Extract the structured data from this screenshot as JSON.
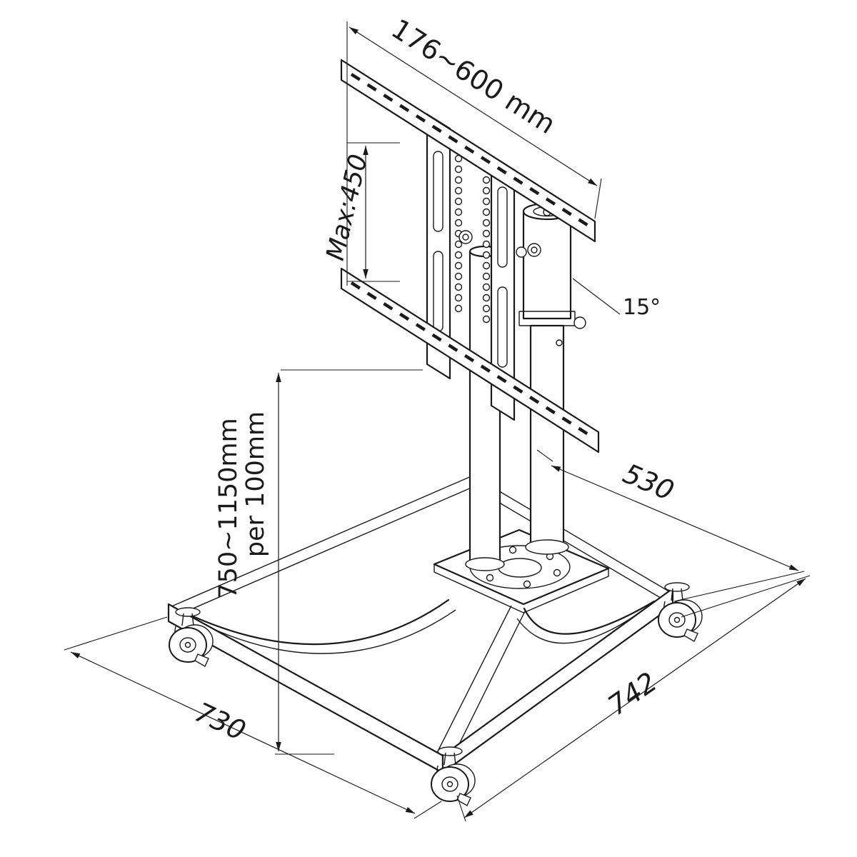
{
  "diagram": {
    "type": "technical-dimension-drawing",
    "subject": "mobile-tv-floor-stand-with-casters",
    "labels": {
      "bracket_width": "176~600 mm",
      "vesa_height": "Max:450",
      "tilt_angle": "15°",
      "height_range_line1": "750~1150mm",
      "height_range_line2": "per 100mm",
      "depth_top": "530",
      "base_width": "730",
      "base_depth": "742"
    },
    "colors": {
      "line": "#1a1a1a",
      "background": "#ffffff",
      "text": "#1a1a1a"
    }
  }
}
